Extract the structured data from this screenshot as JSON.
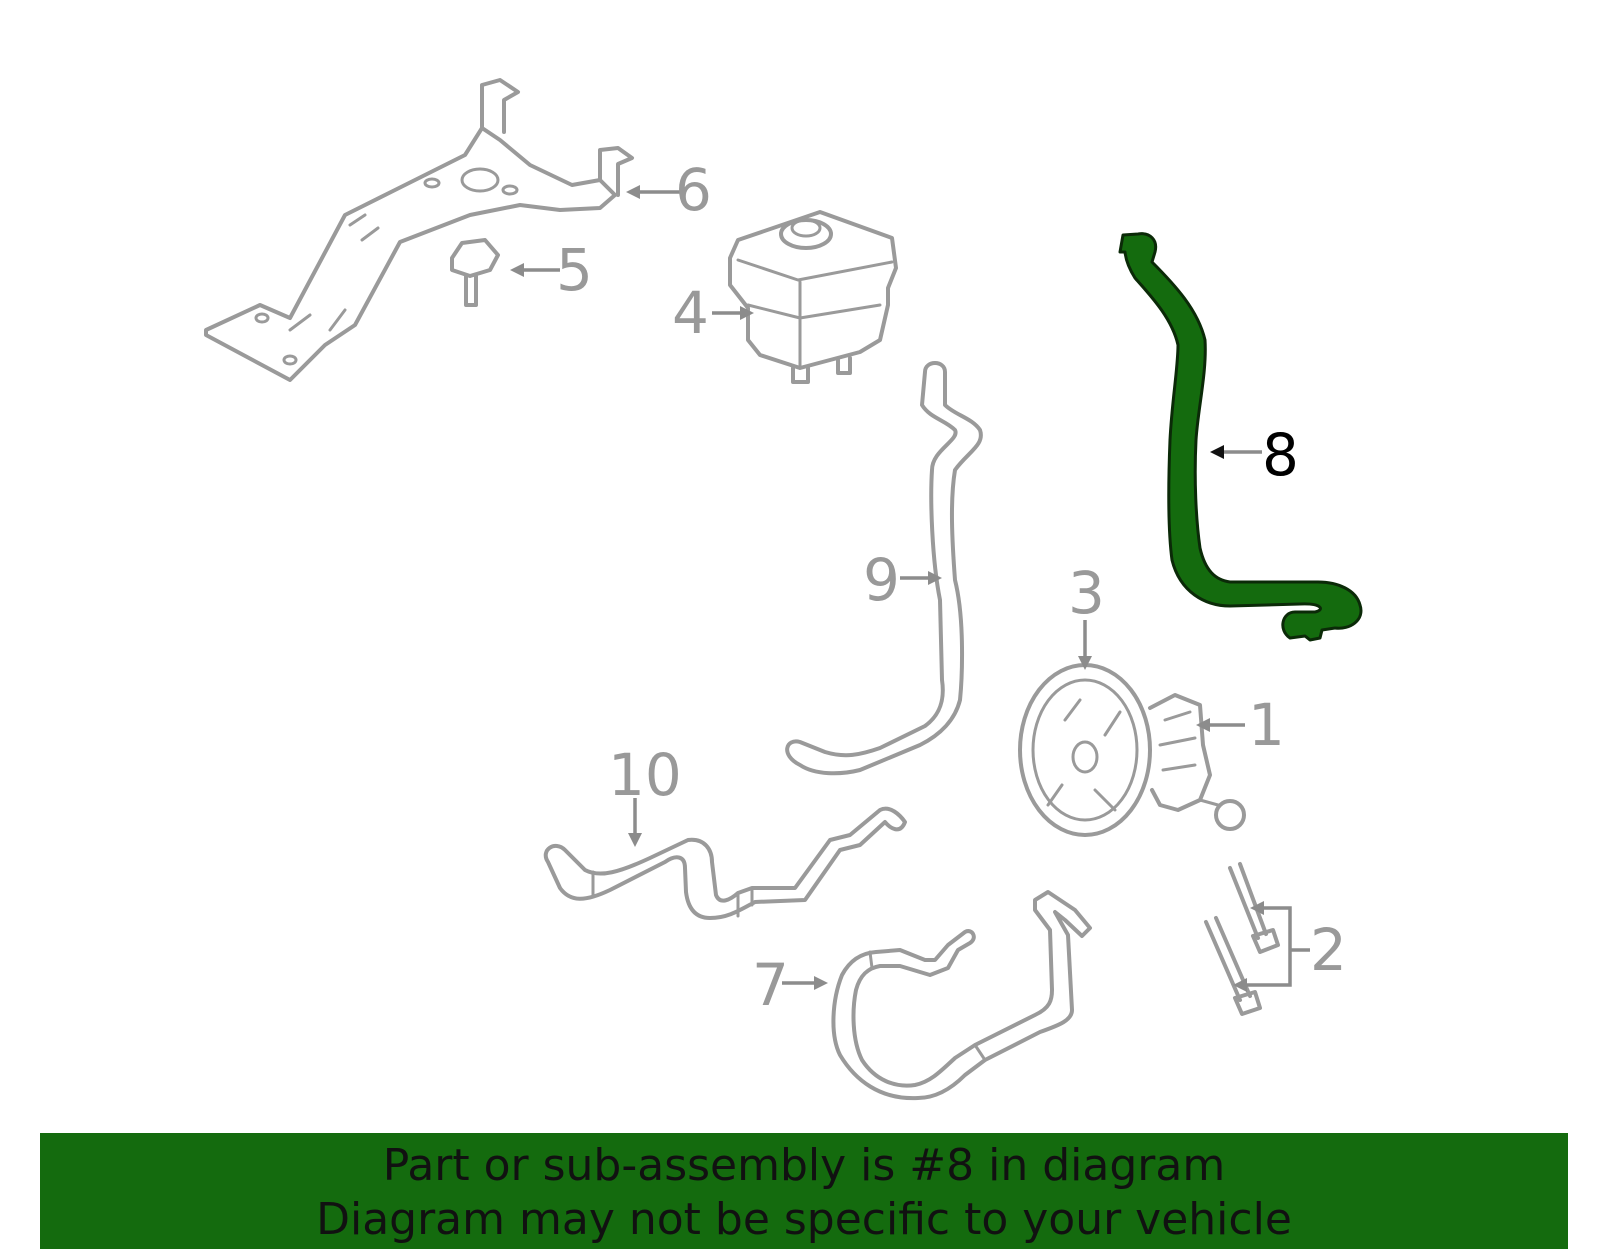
{
  "colors": {
    "highlight": "#146b0e",
    "part_stroke": "#9a9a9a",
    "label_gray": "#999999",
    "label_highlight": "#000000",
    "banner_bg": "#146b0e",
    "banner_text": "#111111"
  },
  "labels": {
    "part_1": "1",
    "part_2": "2",
    "part_3": "3",
    "part_4": "4",
    "part_5": "5",
    "part_6": "6",
    "part_7": "7",
    "part_8": "8",
    "part_9": "9",
    "part_10": "10"
  },
  "banner": {
    "line1": "Part or sub-assembly is #8 in diagram",
    "line2": "Diagram may not be specific to your vehicle"
  }
}
